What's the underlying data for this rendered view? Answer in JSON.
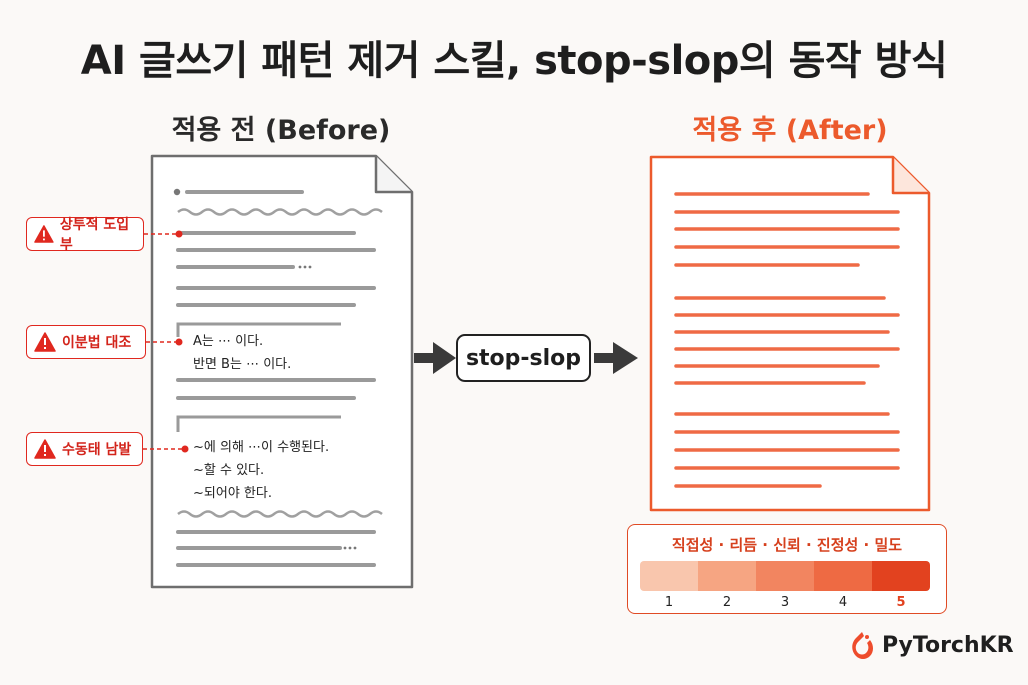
{
  "title": "AI 글쓰기 패턴 제거 스킬, stop-slop의 동작 방식",
  "before": {
    "heading": "적용 전 (Before)",
    "tags": [
      "상투적 도입부",
      "이분법 대조",
      "수동태 남발"
    ],
    "contrast_lines": [
      "A는 ⋯  이다.",
      "반면 B는 ⋯ 이다."
    ],
    "passive_lines": [
      "~에 의해 ⋯이 수행된다.",
      "~할 수 있다.",
      "~되어야 한다."
    ]
  },
  "process": {
    "label": "stop-slop"
  },
  "after": {
    "heading": "적용 후 (After)"
  },
  "scores": {
    "title": "직접성 · 리듬 · 신뢰 · 진정성 · 밀도",
    "levels": [
      "1",
      "2",
      "3",
      "4",
      "5"
    ],
    "colors": [
      "#f9c6ad",
      "#f6a582",
      "#f28560",
      "#ee6a43",
      "#e2421f"
    ],
    "highlight": "5"
  },
  "brand": {
    "name": "PyTorchKR"
  },
  "colors": {
    "accent": "#ec5a2c",
    "warning": "#e0281f",
    "ink": "#222222"
  }
}
